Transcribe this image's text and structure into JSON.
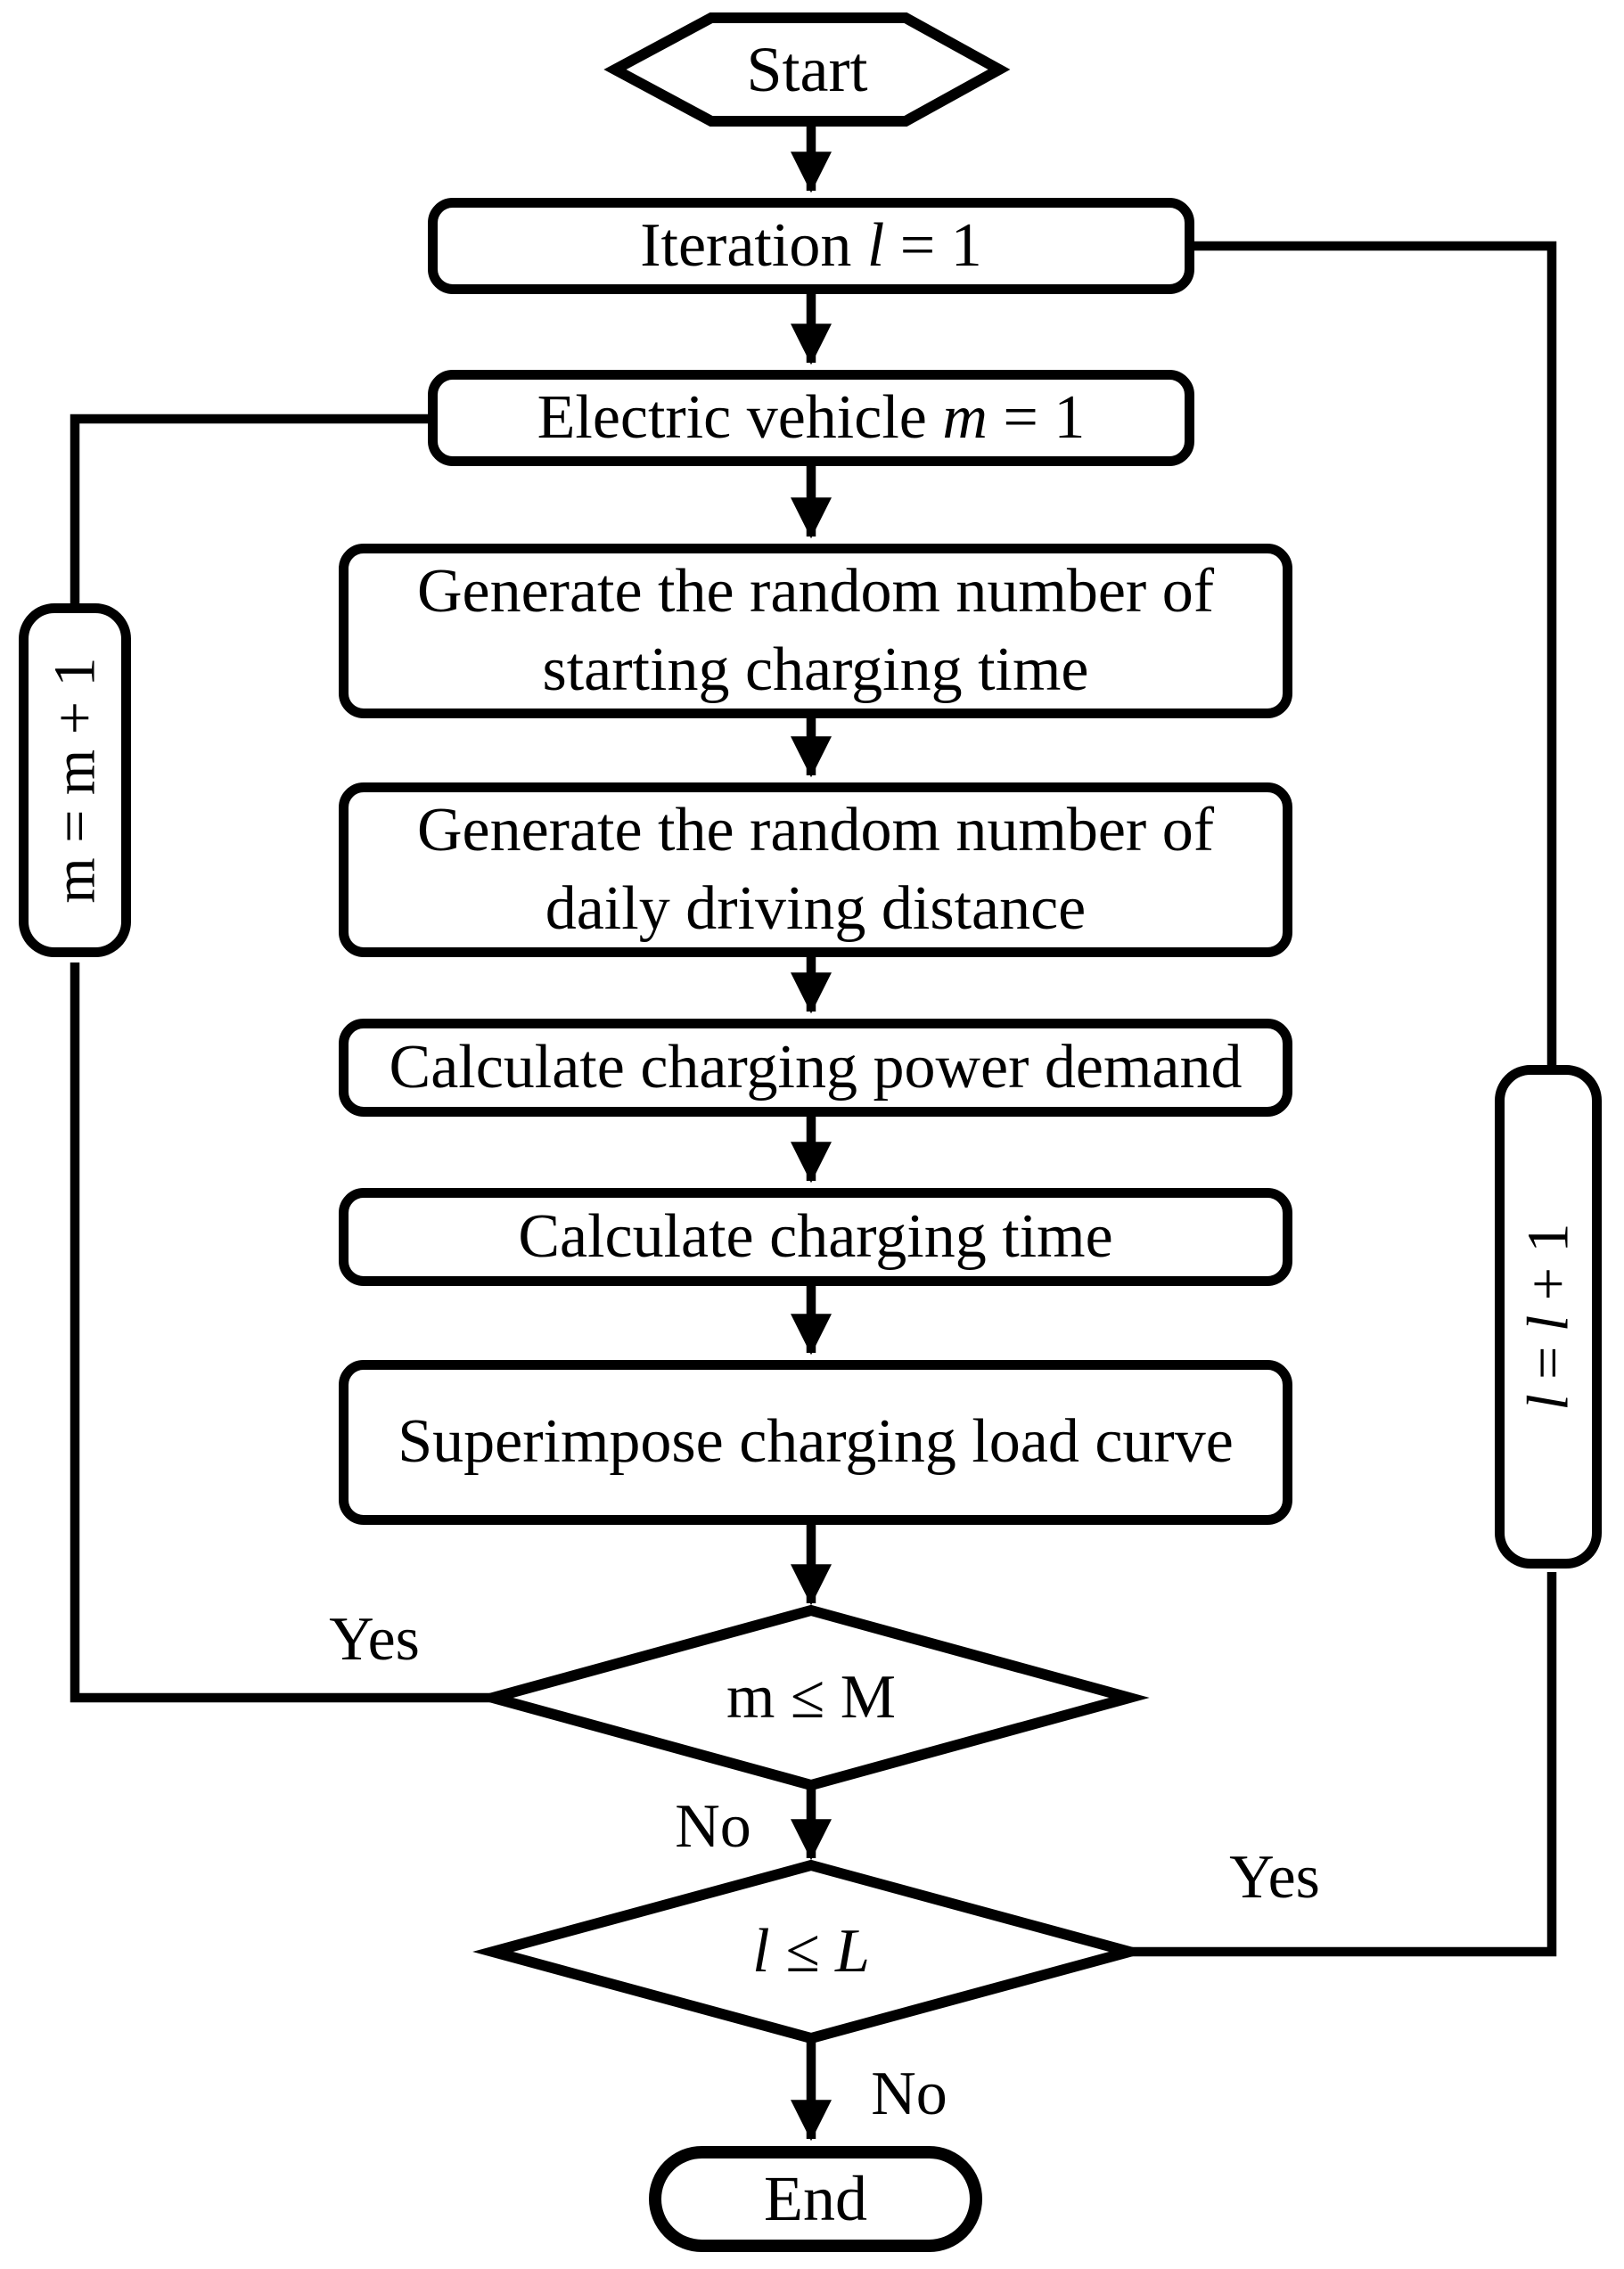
{
  "figure": {
    "title": "Monte Carlo EV charging load calculation flowchart",
    "colors": {
      "stroke": "#000000",
      "background": "#ffffff"
    }
  },
  "nodes": {
    "start": {
      "label": "Start"
    },
    "iteration": {
      "pre": "Iteration",
      "var": " l ",
      "post": "= 1"
    },
    "electric_vehicle": {
      "pre": "Electric vehicle",
      "var": " m ",
      "post": "= 1"
    },
    "generate_charging_time": {
      "line1": "Generate the random number of",
      "line2": "starting charging time"
    },
    "generate_driving_distance": {
      "line1": "Generate the random number of",
      "line2": "daily driving distance"
    },
    "calculate_power_demand": {
      "label": "Calculate charging power demand"
    },
    "calculate_charging_time": {
      "label": "Calculate charging time"
    },
    "superimpose_load_curve": {
      "label": "Superimpose charging load curve"
    },
    "decision_m": {
      "label": "m ≤ M"
    },
    "decision_l": {
      "label": "l ≤ L"
    },
    "increment_m": {
      "label": "m = m + 1"
    },
    "increment_l": {
      "v1": "l",
      "mid": " = ",
      "v2": "l",
      "post": " + 1"
    },
    "end": {
      "label": "End"
    }
  },
  "edge_labels": {
    "m_yes": "Yes",
    "m_no": "No",
    "l_yes": "Yes",
    "l_no": "No"
  }
}
